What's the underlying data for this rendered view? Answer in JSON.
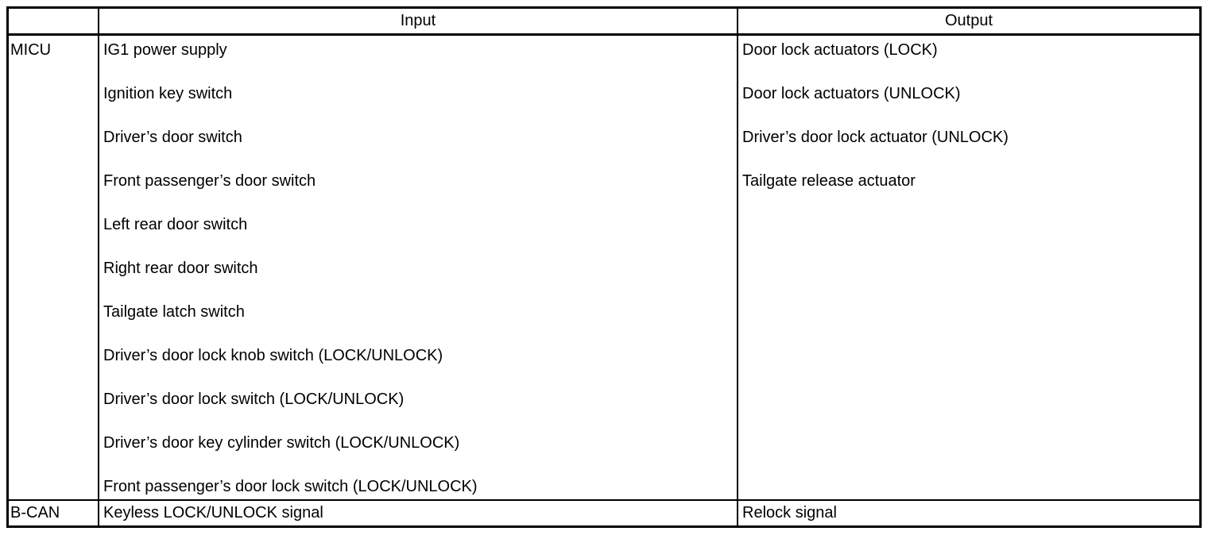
{
  "colors": {
    "border": "#000000",
    "text": "#000000",
    "background": "#ffffff"
  },
  "table": {
    "headers": {
      "source": "",
      "input": "Input",
      "output": "Output"
    },
    "rows": [
      {
        "source": "MICU",
        "inputs": [
          "IG1 power supply",
          "Ignition key switch",
          "Driver’s door switch",
          "Front passenger’s door switch",
          "Left rear door switch",
          "Right rear door switch",
          "Tailgate latch switch",
          "Driver’s door lock knob switch (LOCK/UNLOCK)",
          "Driver’s door lock switch (LOCK/UNLOCK)",
          "Driver’s door key cylinder switch (LOCK/UNLOCK)",
          "Front passenger’s door lock switch (LOCK/UNLOCK)"
        ],
        "outputs": [
          "Door lock actuators (LOCK)",
          "Door lock actuators (UNLOCK)",
          "Driver’s door lock actuator (UNLOCK)",
          "Tailgate release actuator"
        ]
      },
      {
        "source": "B-CAN",
        "inputs": [
          "Keyless LOCK/UNLOCK signal"
        ],
        "outputs": [
          "Relock signal"
        ]
      }
    ]
  }
}
